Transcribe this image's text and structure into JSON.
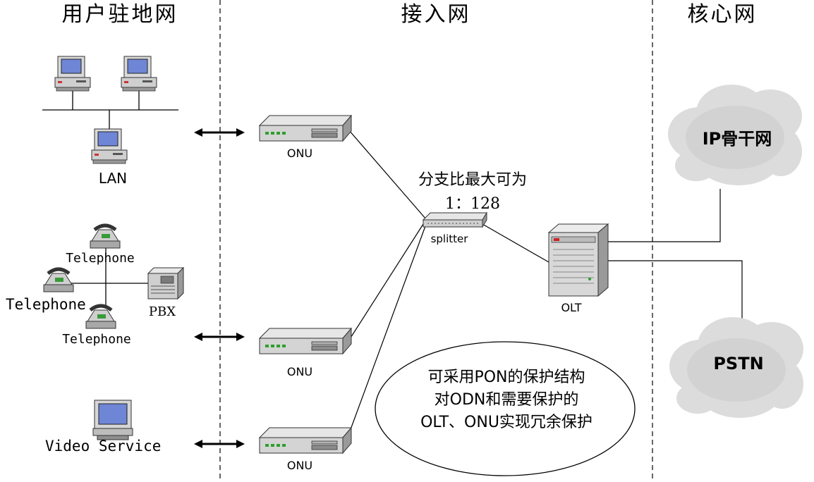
{
  "zones": {
    "customer_premises": "用户驻地网",
    "access_network": "接入网",
    "core_network": "核心网"
  },
  "user_side": {
    "lan_label": "LAN",
    "telephone_top": "Telephone",
    "telephone_left": "Telephone",
    "telephone_bottom": "Telephone",
    "pbx_label": "PBX",
    "video_service": "Video Service"
  },
  "access": {
    "onu_top": "ONU",
    "onu_mid": "ONU",
    "onu_bottom": "ONU",
    "split_ratio_line1": "分支比最大可为",
    "split_ratio_line2": "1：128",
    "splitter_label": "splitter",
    "olt_label": "OLT",
    "note_line1": "可采用PON的保护结构",
    "note_line2": "对ODN和需要保护的",
    "note_line3": "OLT、ONU实现冗余保护"
  },
  "core": {
    "ip_backbone": "IP骨干网",
    "pstn": "PSTN"
  }
}
